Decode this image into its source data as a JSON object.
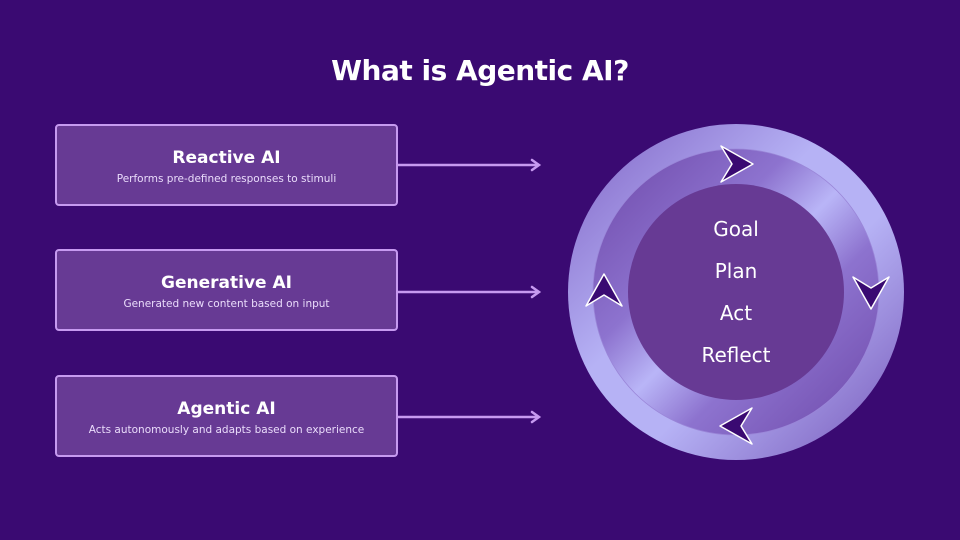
{
  "title": "What is Agentic AI?",
  "cards": [
    {
      "name": "Reactive AI",
      "description": "Performs pre-defined responses to stimuli"
    },
    {
      "name": "Generative AI",
      "description": "Generated new content based on input"
    },
    {
      "name": "Agentic AI",
      "description": "Acts autonomously and adapts based on experience"
    }
  ],
  "cycle": {
    "stages": [
      "Goal",
      "Plan",
      "Act",
      "Reflect"
    ],
    "arrows": [
      "arrow-right",
      "arrow-down",
      "arrow-left",
      "arrow-up"
    ]
  },
  "colors": {
    "background": "#3a0a72",
    "card_fill": "#673a94",
    "card_border": "#c69af0",
    "ring_light": "#b4b0f4",
    "center": "#673a94"
  }
}
